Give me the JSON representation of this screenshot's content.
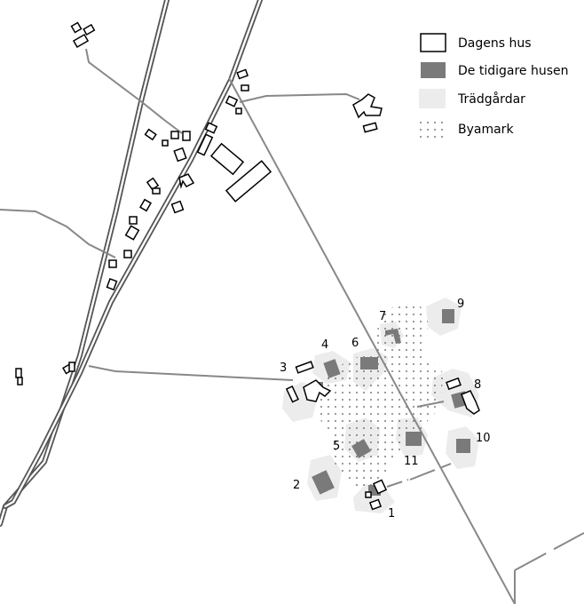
{
  "legend": {
    "current_houses": "Dagens hus",
    "earlier_houses": "De tidigare husen",
    "gardens": "Trädgårdar",
    "village_land": "Byamark"
  },
  "plots": [
    "1",
    "2",
    "3",
    "4",
    "5",
    "6",
    "7",
    "8",
    "9",
    "10",
    "11"
  ],
  "colors": {
    "road": "#555555",
    "path": "#888888",
    "earlier_house": "#7a7a7a",
    "garden": "#ececec",
    "outline": "#000000"
  }
}
